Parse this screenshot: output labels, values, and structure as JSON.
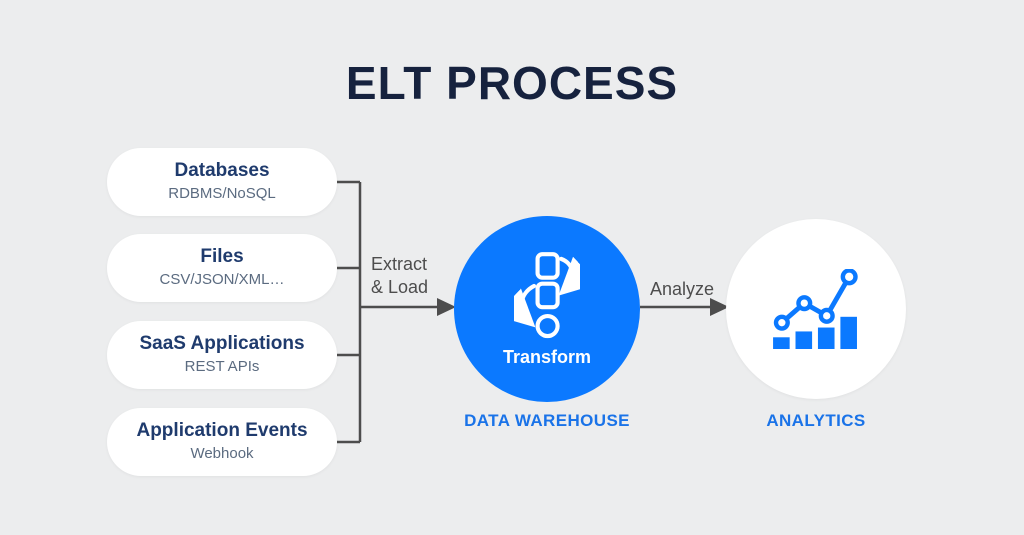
{
  "title": "ELT PROCESS",
  "sources": [
    {
      "label": "Databases",
      "sublabel": "RDBMS/NoSQL"
    },
    {
      "label": "Files",
      "sublabel": "CSV/JSON/XML…"
    },
    {
      "label": "SaaS Applications",
      "sublabel": "REST APIs"
    },
    {
      "label": "Application Events",
      "sublabel": "Webhook"
    }
  ],
  "arrows": {
    "extract_load_line1": "Extract",
    "extract_load_line2": "& Load",
    "analyze": "Analyze"
  },
  "warehouse": {
    "node_label": "Transform",
    "caption": "DATA WAREHOUSE",
    "icon": "transform-sync-icon"
  },
  "analytics": {
    "caption": "ANALYTICS",
    "icon": "bar-chart-trend-icon"
  },
  "colors": {
    "background": "#ECEDEE",
    "accent_blue": "#0B79FF",
    "caption_blue": "#1A73E8",
    "title_navy": "#16223E",
    "box_title_navy": "#1F3B6D",
    "box_subtitle_gray": "#5B6B80",
    "arrow_gray": "#4D4D4D",
    "node_white": "#FFFFFF"
  }
}
